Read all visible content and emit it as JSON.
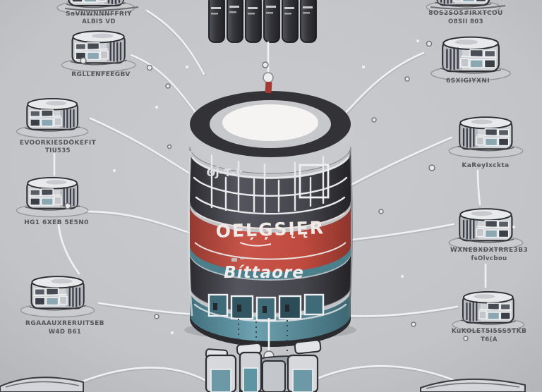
{
  "scene": {
    "description": "Stylized isometric illustration of a central layered database cylinder connected by curving lines to surrounding isometric server nodes",
    "background": "#c3c5c9"
  },
  "colors": {
    "outline": "#2d2e32",
    "cylinder_dark": "#3a3a40",
    "cylinder_rim_inner": "#c6c8cb",
    "cylinder_rim_center": "#f5f4f2",
    "band_red": "#bf4a3e",
    "band_teal": "#5d95a3",
    "silver_lip": "#c2c4c8",
    "connection_line": "#f0f1f3",
    "label_text": "#45464b"
  },
  "cylinder": {
    "grid_band_glyphs": "ΘĴ-Ƭ-Ŀ",
    "red_band_label": "OEĻĢSĮĘR",
    "store_band_label": "Bíttaore"
  },
  "top_stack": {
    "count": 6
  },
  "nodes": {
    "top_left": {
      "line1": "SaVNWNNNFFRIY",
      "line2": "ALBIS VD"
    },
    "upper_left": {
      "line1": "RGLLENFEEGBV",
      "line2": ""
    },
    "mid_left": {
      "line1": "EVOORKIESDÖKEFIT",
      "line2": "TIU535"
    },
    "lower_left": {
      "line1": "HG1 6XEB 5E5N0",
      "line2": ""
    },
    "bottom_left": {
      "line1": "RGAAAUXRERUITSEB",
      "line2": "W4D B61"
    },
    "top_right": {
      "line1": "8OS2SO5#IRXTCOU",
      "line2": "O8SII 803"
    },
    "upper_right": {
      "line1": "6SXIGIYXNI",
      "line2": ""
    },
    "mid_right": {
      "line1": "KaReyIxckta",
      "line2": ""
    },
    "lower_right": {
      "line1": "WXNEBXDXTRRE3B3",
      "line2": "fsOlvcbou"
    },
    "bottom_right": {
      "line1": "KuKOLET5I5SS5TKB",
      "line2": "T6(A"
    }
  }
}
